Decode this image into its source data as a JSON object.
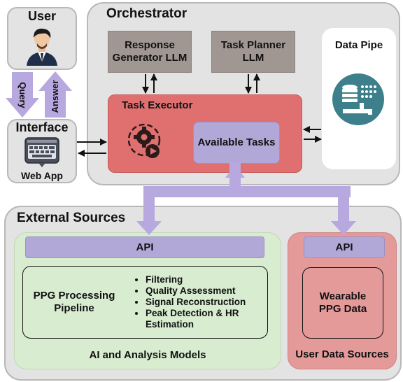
{
  "user": {
    "title": "User"
  },
  "interface": {
    "title": "Interface",
    "webapp_label": "Web App",
    "query_label": "Query",
    "answer_label": "Answer"
  },
  "orchestrator": {
    "title": "Orchestrator",
    "response_generator": "Response Generator LLM",
    "task_planner": "Task Planner LLM",
    "data_pipe": "Data Pipe",
    "task_executor": "Task Executor",
    "available_tasks": "Available Tasks"
  },
  "external_sources": {
    "title": "External Sources",
    "ai_models": {
      "api_label": "API",
      "pipeline_title": "PPG Processing Pipeline",
      "steps": [
        "Filtering",
        "Quality Assessment",
        "Signal Reconstruction",
        "Peak Detection & HR Estimation"
      ],
      "footer": "AI and Analysis Models"
    },
    "user_data": {
      "api_label": "API",
      "wearable": "Wearable PPG Data",
      "footer": "User Data Sources"
    }
  },
  "colors": {
    "panel_bg": "#e3e3e3",
    "llm_box": "#a09792",
    "task_executor": "#e07070",
    "available_tasks": "#b2a8d8",
    "purple_arrow": "#b8a8e0",
    "green_panel": "#d8ecd0",
    "pink_panel": "#e59a9a",
    "icon_teal": "#3d7f8a"
  },
  "icons": [
    "person-avatar-icon",
    "browser-keyboard-icon",
    "gear-play-icon",
    "database-pipe-icon"
  ]
}
